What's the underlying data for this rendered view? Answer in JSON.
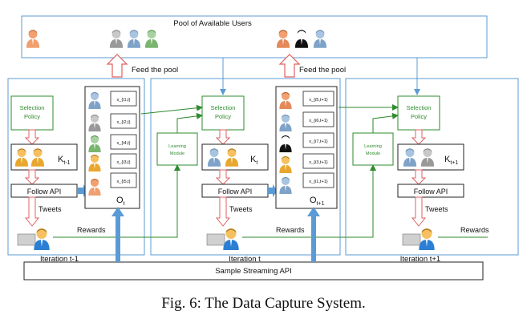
{
  "pool": {
    "title": "Pool of Available Users"
  },
  "labels": {
    "feed_the_pool": "Feed the pool",
    "selection_policy_line1": "Selection",
    "selection_policy_line2": "Policy",
    "learning_module_line1": "Learning",
    "learning_module_line2": "Module",
    "follow_api": "Follow API",
    "tweets": "Tweets",
    "rewards": "Rewards",
    "streaming_api": "Sample Streaming API"
  },
  "iterations": [
    {
      "label": "Iteration t-1",
      "k_base": "K",
      "k_sub": "t-1",
      "o_base": "O",
      "o_sub": "t",
      "features": [
        "x_{i1,t}",
        "x_{i2,t}",
        "x_{i4,t}",
        "x_{i3,t}",
        "x_{i5,t}"
      ]
    },
    {
      "label": "Iteration t",
      "k_base": "K",
      "k_sub": "t",
      "o_base": "O",
      "o_sub": "t+1",
      "features": [
        "x_{i5,t+1}",
        "x_{i6,t+1}",
        "x_{i7,t+1}",
        "x_{i3,t+1}",
        "x_{i1,t+1}"
      ]
    },
    {
      "label": "Iteration t+1",
      "k_base": "K",
      "k_sub": "t+1"
    }
  ],
  "caption": "Fig. 6: The Data Capture System.",
  "colors": {
    "green": "#2e8b2e",
    "blue_line": "#5b9bd5",
    "red_arrow": "#e06060",
    "stream_arrow": "#5b9bd5"
  }
}
